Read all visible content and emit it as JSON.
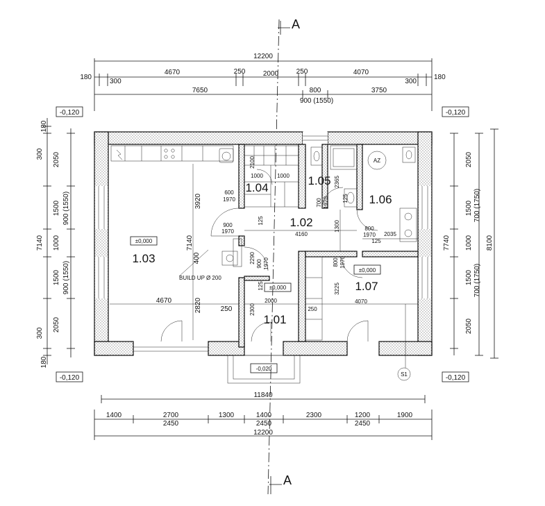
{
  "section": {
    "label": "A"
  },
  "top_dims": {
    "overall": "12200",
    "row1": [
      "180",
      "300",
      "4670",
      "250",
      "2000",
      "250",
      "4070",
      "300",
      "180"
    ],
    "row2": [
      "7650",
      "800",
      "3750"
    ],
    "opening": "900 (1550)"
  },
  "bottom_dims": {
    "inner": "11840",
    "row1": [
      "1400",
      "2700",
      "1300",
      "1400",
      "2300",
      "1200",
      "1900"
    ],
    "row2": [
      "2450",
      "2450",
      "2450"
    ],
    "overall": "12200"
  },
  "left_dims": {
    "outer": [
      "180",
      "300",
      "2050",
      "1500",
      "1000",
      "1500",
      "2050",
      "300",
      "180"
    ],
    "openings": [
      "900 (1550)",
      "900 (1550)"
    ],
    "total": "7140"
  },
  "right_dims": {
    "outer": [
      "2050",
      "1500",
      "1000",
      "1500",
      "2050"
    ],
    "openings": [
      "700 (1750)",
      "700 (1750)"
    ],
    "inner_total": "7740",
    "total": "8100"
  },
  "levels": {
    "top_left": "-0,120",
    "top_right": "-0,120",
    "bottom_left": "-0,120",
    "bottom_right": "-0,120",
    "entrance": "-0,020",
    "room_103": "±0,000",
    "room_101": "±0,000",
    "room_107": "±0,000"
  },
  "rooms": [
    {
      "id": "1.01"
    },
    {
      "id": "1.02"
    },
    {
      "id": "1.03"
    },
    {
      "id": "1.04"
    },
    {
      "id": "1.05"
    },
    {
      "id": "1.06"
    },
    {
      "id": "1.07"
    }
  ],
  "annotations": {
    "r103_w": "4670",
    "r103_h": "7140",
    "r103_h2": "3920",
    "r103_d1": "2820",
    "r103_d2": "400",
    "r103_d3": "250",
    "build_up": "BUILD UP Ø 200",
    "r104_a": "1000",
    "r104_b": "2100",
    "r104_c": "1000",
    "door_600": "600",
    "door_1970a": "1970",
    "door_900": "900",
    "door_1970b": "1970",
    "r102_w": "4160",
    "r102_h": "1300",
    "r102_125": "125",
    "r105_h": "2365",
    "r105_d1": "700",
    "r105_d2": "1970",
    "r105_125": "125",
    "r106_d1": "800",
    "r106_d2": "1970",
    "r106_w": "2035",
    "r106_125": "125",
    "az": "AZ",
    "r101_w": "2000",
    "r101_h1": "2290",
    "r101_h2": "2300",
    "r101_125": "125",
    "r101_d1": "900",
    "r101_d2": "1970",
    "r107_w": "4070",
    "r107_h": "3225",
    "r107_d1": "800",
    "r107_d2": "1970",
    "r107_250": "250",
    "s1": "S1"
  }
}
